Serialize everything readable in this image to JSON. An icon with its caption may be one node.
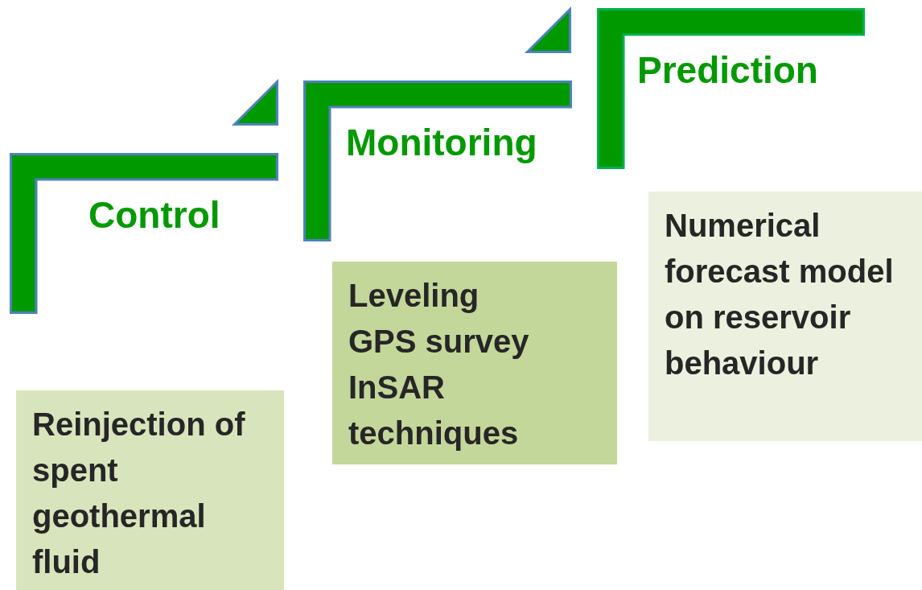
{
  "diagram": {
    "nodes": [
      {
        "text": [
          "Control"
        ]
      },
      {
        "text": [
          "Reinjection of spent geothermal fluid"
        ]
      },
      {
        "text": [
          "Monitoring"
        ]
      },
      {
        "text": [
          "Leveling",
          "GPS survey",
          "InSAR techniques"
        ]
      },
      {
        "text": [
          "Prediction"
        ]
      },
      {
        "text": [
          "Numerical forecast model on reservoir behaviour"
        ]
      }
    ]
  }
}
